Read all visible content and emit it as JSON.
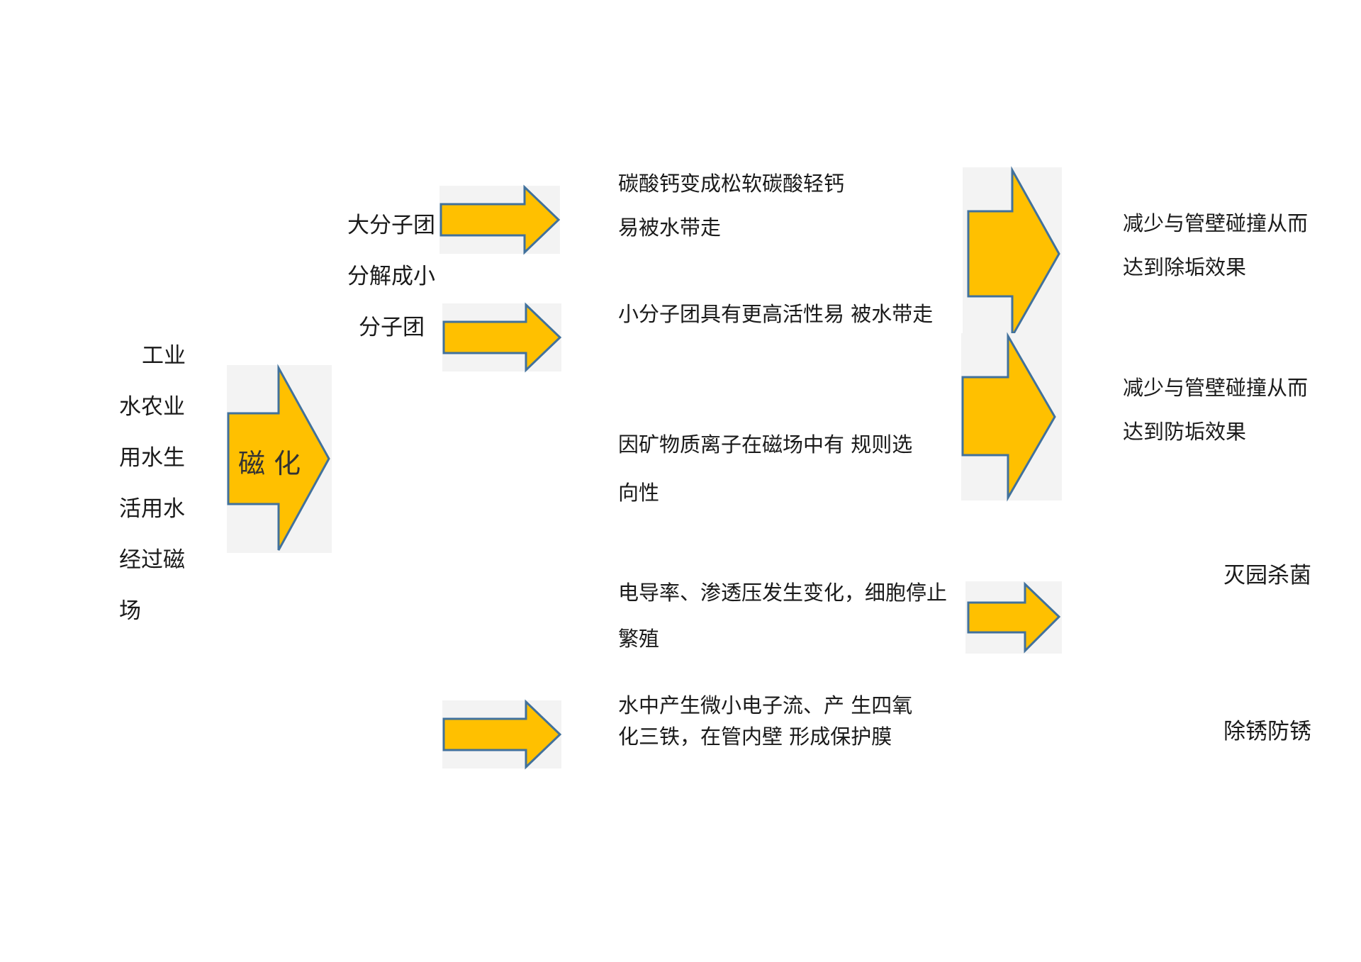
{
  "colors": {
    "arrow_fill": "#FFC000",
    "arrow_stroke": "#41719C",
    "arrow_bg": "#F3F3F3"
  },
  "left_column": {
    "lines": [
      "工业",
      "水农业",
      "用水生",
      "活用水",
      "经过磁",
      "场"
    ]
  },
  "main_arrow": {
    "label": "磁 化"
  },
  "middle_column": {
    "lines": [
      "大分子团",
      "分解成小",
      "分子团"
    ]
  },
  "effects": {
    "e1_line1": "碳酸钙变成松软碳酸轻钙",
    "e1_line2": "易被水带走",
    "e2": "小分子团具有更高活性易  被水带走",
    "e3_line1": "因矿物质离子在磁场中有  规则选",
    "e3_line2": "向性",
    "e4_line1": "电导率、渗透压发生变化，细胞停止",
    "e4_line2": "繁殖",
    "e5_line1": "水中产生微小电子流、产  生四氧",
    "e5_line2": "化三铁，在管内壁  形成保护膜"
  },
  "results": {
    "r1_line1": "减少与管壁碰撞从而",
    "r1_line2": "达到除垢效果",
    "r2_line1": "减少与管壁碰撞从而",
    "r2_line2": "达到防垢效果",
    "r3": "灭园杀菌",
    "r4": "除锈防锈"
  }
}
